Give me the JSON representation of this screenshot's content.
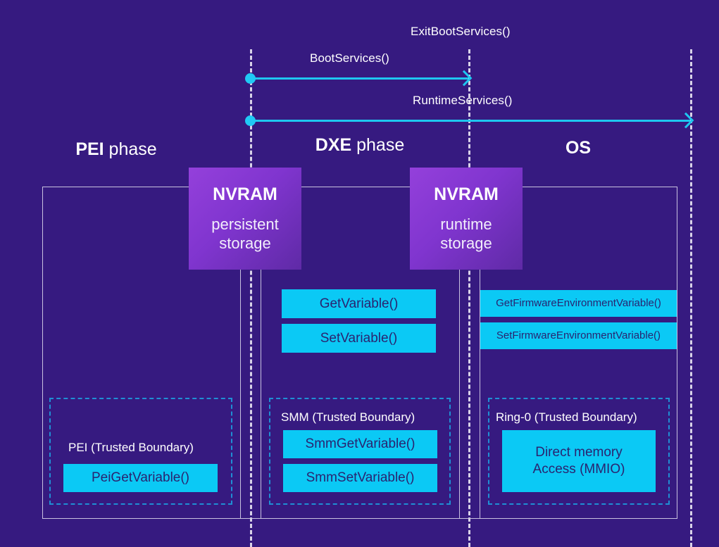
{
  "diagram": {
    "title": "UEFI NVRAM variable access across boot phases",
    "background_color": "#361a80",
    "accent_cyan": "#0bc9f5",
    "accent_purple": "#9440db",
    "boundary_border_color": "#1f8fd4",
    "divider_color": "#d8d2e8"
  },
  "phases": [
    {
      "key": "pei",
      "bold": "PEI",
      "rest": " phase"
    },
    {
      "key": "dxe",
      "bold": "DXE",
      "rest": " phase"
    },
    {
      "key": "os",
      "bold": "OS",
      "rest": ""
    }
  ],
  "timeline": {
    "exit_boot_services": "ExitBootServices()",
    "boot_services": "BootServices()",
    "runtime_services": "RuntimeServices()"
  },
  "nvram": [
    {
      "title": "NVRAM",
      "line1": "persistent",
      "line2": "storage"
    },
    {
      "title": "NVRAM",
      "line1": "runtime",
      "line2": "storage"
    }
  ],
  "dxe_api": [
    {
      "label": "GetVariable()"
    },
    {
      "label": "SetVariable()"
    }
  ],
  "os_api": [
    {
      "label": "GetFirmwareEnvironmentVariable()"
    },
    {
      "label": "SetFirmwareEnvironmentVariable()"
    }
  ],
  "boundaries": {
    "pei": {
      "label": "PEI (Trusted Boundary)",
      "items": [
        {
          "label": "PeiGetVariable()"
        }
      ]
    },
    "smm": {
      "label": "SMM (Trusted Boundary)",
      "items": [
        {
          "label": "SmmGetVariable()"
        },
        {
          "label": "SmmSetVariable()"
        }
      ]
    },
    "ring0": {
      "label": "Ring-0 (Trusted Boundary)",
      "items": [
        {
          "label": "Direct memory\nAccess (MMIO)"
        }
      ]
    }
  }
}
